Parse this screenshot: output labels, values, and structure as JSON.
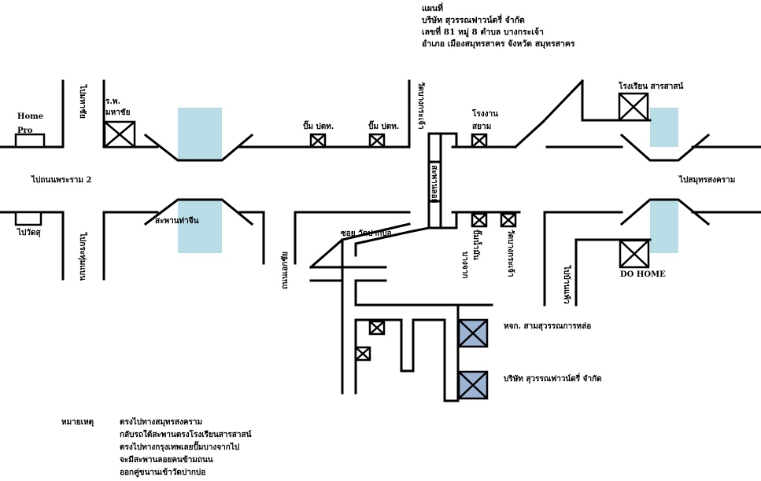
{
  "header": {
    "title": "แผนที่",
    "company": "บริษัท สุวรรณฟาวน์ดรี่ จำกัด",
    "address_line1": "เลขที่ 81  หมู่ 8  ตำบล บางกระเจ้า",
    "address_line2": "อำเภอ เมืองสมุทรสาคร   จังหวัด สมุทรสาคร"
  },
  "places": {
    "home_pro": "Home Pro",
    "hospital_line1": "ร.พ.",
    "hospital_line2": "มหาชัย",
    "gas1": "ปั๊ม ปตท.",
    "gas2": "ปั๊ม ปตท.",
    "factory_line1": "โรงงาน",
    "factory_line2": "สยาม",
    "school": "โรงเรียน สารสาสน์",
    "to_rama2": "ไปถนนพระราม 2",
    "to_samut_songkhram": "ไปสมุทรสงคราม",
    "thatchin_bridge": "สะพานท่าจีน",
    "to_wat": "ไปวัดสุ",
    "soi_wat_pakbo": "ซอย วัดปากบ่อ",
    "do_home": "DO HOME",
    "suwan_casting": "หจก. สามสุวรรณการหล่อ",
    "suwan_foundry": "บริษัท สุวรรณฟาวน์ดรี่ จำกัด"
  },
  "vertical_labels": {
    "to_mahachai": "ไปมหาชัย",
    "to_krathumbaen": "ไปกระทุ่มแบน",
    "wat_bang_krachao_1": "วัดบางกระเจ้า",
    "overpass": "สะพานลอย",
    "petchkasem": "ถนนเอกชัย",
    "pump_bangkok_1": "ปั๊มน้ำมัน",
    "pump_bangkok_2": "บางจาก",
    "wat_bang_krachao_2": "วัดบางกระเจ้า",
    "to_bang_pla": "ไปบ้านแพ้ว"
  },
  "notes": {
    "title": "หมายเหตุ",
    "lines": [
      "ตรงไปทางสมุทรสงคราม",
      "กลับรถใต้สะพานตรงโรงเรียนสารสาสน์",
      "ตรงไปทางกรุงเทพเลยปั๊มบางจากไป",
      "จะมีสะพานลอยคนข้ามถนน",
      "ออกคู่ขนานเข้าวัดปากบ่อ"
    ]
  },
  "colors": {
    "water": "#b8dde7",
    "building_fill": "#9db3d4",
    "line": "#000000"
  }
}
